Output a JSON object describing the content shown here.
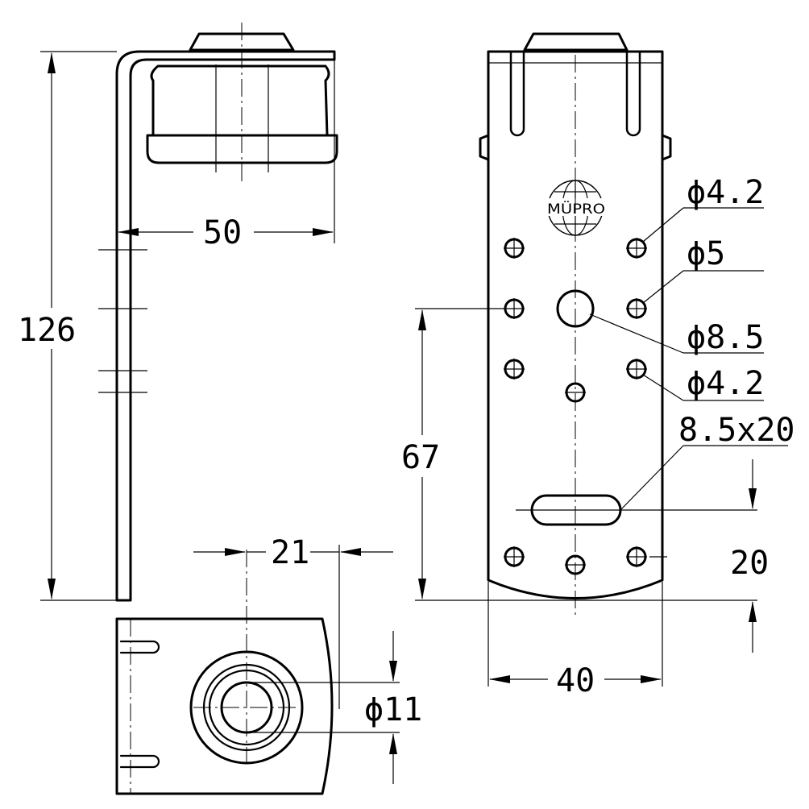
{
  "dimensions": {
    "height_total": "126",
    "arm_length": "50",
    "offset": "21",
    "hole_center_height": "67",
    "slot_height": "20",
    "plate_width": "40",
    "sleeve_diameter": "ϕ11"
  },
  "callouts": {
    "hole_small_top": "ϕ4.2",
    "hole_medium": "ϕ5",
    "hole_large": "ϕ8.5",
    "hole_small_bottom": "ϕ4.2",
    "slot": "8.5x20"
  },
  "logo": {
    "text": "MÜPRO"
  }
}
